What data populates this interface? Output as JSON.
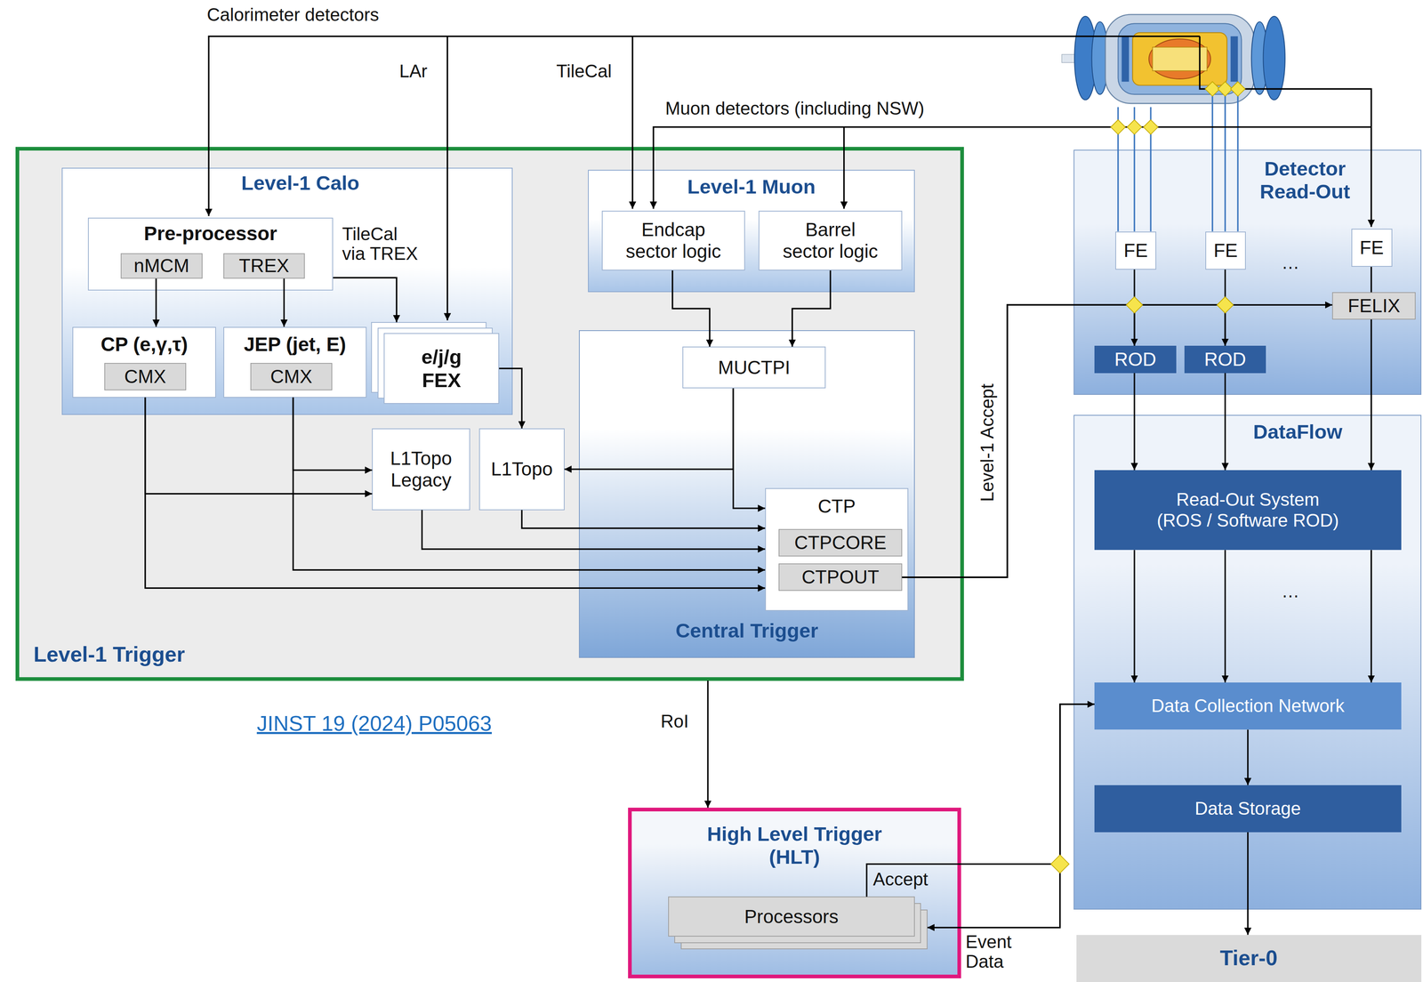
{
  "diagram": {
    "nodes": [
      {
        "text": [
          "Level-1 Trigger"
        ]
      },
      {
        "text": [
          "Level-1 Calo"
        ],
        "in": 0
      },
      {
        "text": [
          "Pre-processor"
        ],
        "in": 1
      },
      {
        "text": [
          "nMCM"
        ],
        "in": 2
      },
      {
        "text": [
          "TREX"
        ],
        "in": 2
      },
      {
        "text": [
          "CP (e,γ,τ)"
        ],
        "in": 1
      },
      {
        "text": [
          "CMX"
        ],
        "in": 5
      },
      {
        "text": [
          "JEP (jet, E)"
        ],
        "in": 1
      },
      {
        "text": [
          "CMX"
        ],
        "in": 7
      },
      {
        "text": [
          "e/j/g FEX"
        ],
        "in": 1
      },
      {
        "text": [
          "Level-1 Muon"
        ],
        "in": 0
      },
      {
        "text": [
          "Endcap sector logic"
        ],
        "in": 10
      },
      {
        "text": [
          "Barrel sector logic"
        ],
        "in": 10
      },
      {
        "text": [
          "Central Trigger"
        ],
        "in": 0
      },
      {
        "text": [
          "MUCTPI"
        ],
        "in": 13
      },
      {
        "text": [
          "L1Topo Legacy"
        ],
        "in": 0
      },
      {
        "text": [
          "L1Topo"
        ],
        "in": 0
      },
      {
        "text": [
          "CTP"
        ],
        "in": 13
      },
      {
        "text": [
          "CTPCORE"
        ],
        "in": 17
      },
      {
        "text": [
          "CTPOUT"
        ],
        "in": 17
      },
      {
        "text": [
          "Detector Read-Out"
        ]
      },
      {
        "text": [
          "FE"
        ],
        "in": 20
      },
      {
        "text": [
          "FE"
        ],
        "in": 20
      },
      {
        "text": [
          "FE"
        ],
        "in": 20
      },
      {
        "text": [
          "FELIX"
        ],
        "in": 20
      },
      {
        "text": [
          "ROD"
        ],
        "in": 20
      },
      {
        "text": [
          "ROD"
        ],
        "in": 20
      },
      {
        "text": [
          "DataFlow"
        ]
      },
      {
        "text": [
          "Read-Out System (ROS / Software ROD)"
        ],
        "in": 27
      },
      {
        "text": [
          "Data Collection Network"
        ],
        "in": 27
      },
      {
        "text": [
          "Data Storage"
        ],
        "in": 27
      },
      {
        "text": [
          "High Level Trigger (HLT)"
        ]
      },
      {
        "text": [
          "Processors"
        ],
        "in": 31
      },
      {
        "text": [
          "Tier-0"
        ]
      }
    ],
    "edges": [
      {
        "from": 3,
        "to": 5,
        "arrow": "to"
      },
      {
        "from": 4,
        "to": 7,
        "arrow": "to"
      },
      {
        "from": 2,
        "to": 9,
        "arrow": "to",
        "label": "TileCal via TREX"
      },
      {
        "from": 11,
        "to": 14,
        "arrow": "to"
      },
      {
        "from": 12,
        "to": 14,
        "arrow": "to"
      },
      {
        "from": 14,
        "to": 16,
        "arrow": "to"
      },
      {
        "from": 14,
        "to": 17,
        "arrow": "to"
      },
      {
        "from": 9,
        "to": 16,
        "arrow": "to"
      },
      {
        "from": 7,
        "to": 15,
        "arrow": "to"
      },
      {
        "from": 5,
        "to": 15,
        "arrow": "to"
      },
      {
        "from": 16,
        "to": 17,
        "arrow": "to"
      },
      {
        "from": 15,
        "to": 17,
        "arrow": "to"
      },
      {
        "from": 7,
        "to": 17,
        "arrow": "to"
      },
      {
        "from": 5,
        "to": 17,
        "arrow": "to"
      },
      {
        "from": 19,
        "to": 25,
        "arrow": "to",
        "label": "Level-1 Accept"
      },
      {
        "from": 19,
        "to": 26,
        "arrow": "to"
      },
      {
        "from": 19,
        "to": 24,
        "arrow": "to"
      },
      {
        "from": 21,
        "to": 25,
        "arrow": "none"
      },
      {
        "from": 22,
        "to": 26,
        "arrow": "none"
      },
      {
        "from": 23,
        "to": 24,
        "arrow": "none"
      },
      {
        "from": 25,
        "to": 28,
        "arrow": "to"
      },
      {
        "from": 26,
        "to": 28,
        "arrow": "to"
      },
      {
        "from": 24,
        "to": 28,
        "arrow": "to"
      },
      {
        "from": 28,
        "to": 29,
        "arrow": "to"
      },
      {
        "from": 28,
        "to": 29,
        "arrow": "to"
      },
      {
        "from": 28,
        "to": 29,
        "arrow": "to"
      },
      {
        "from": 29,
        "to": 30,
        "arrow": "to"
      },
      {
        "from": 30,
        "to": 33,
        "arrow": "to"
      },
      {
        "from": 0,
        "to": 31,
        "arrow": "to",
        "label": "RoI"
      },
      {
        "from": 32,
        "to": 29,
        "arrow": "to",
        "label": "Accept"
      },
      {
        "from": 29,
        "to": 32,
        "arrow": "to",
        "label": "Event Data"
      }
    ],
    "labels": [
      "Calorimeter detectors",
      "LAr",
      "TileCal",
      "Muon detectors (including NSW)",
      "JINST 19 (2024) P05063",
      "…",
      "…"
    ]
  }
}
